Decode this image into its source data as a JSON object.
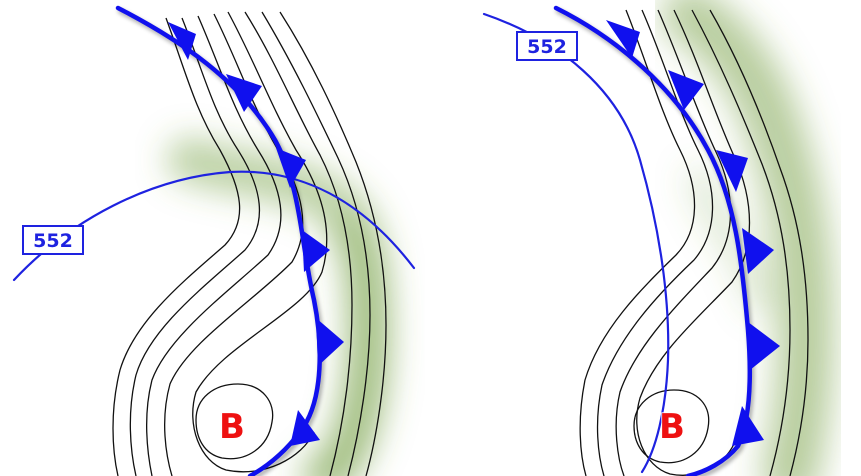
{
  "colors": {
    "front": "#1010ee",
    "thickness_line": "#1e22e0",
    "low_marker": "#ee1111",
    "label_border": "#1e22e0",
    "label_text": "#1e22e0",
    "moisture": "#6f9c3c"
  },
  "panels": [
    {
      "thickness_label": "552",
      "low_center_label": "B"
    },
    {
      "thickness_label": "552",
      "low_center_label": "B"
    }
  ]
}
